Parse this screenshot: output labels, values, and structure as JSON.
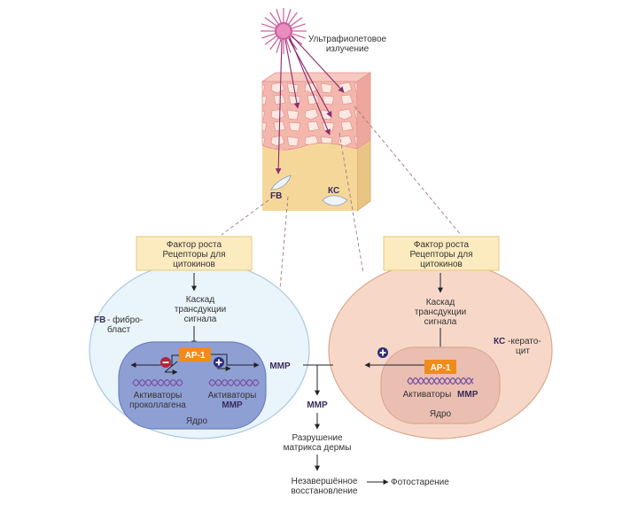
{
  "uv": {
    "label_line1": "Ультрафиолетовое",
    "label_line2": "излучение"
  },
  "skin": {
    "fb_label": "FB",
    "kc_label": "КС"
  },
  "fibroblast": {
    "box_line1": "Фактор роста",
    "box_line2": "Рецепторы для",
    "box_line3": "цитокинов",
    "cascade_line1": "Каскад",
    "cascade_line2": "трансдукции",
    "cascade_line3": "сигнала",
    "cell_abbr": "FB",
    "cell_name_part1": " - фибро-",
    "cell_name_part2": "бласт",
    "ap1": "АР-1",
    "act1_line1": "Активаторы",
    "act1_line2": "проколлагена",
    "act2_line1": "Активаторы",
    "act2_line2": "ММР",
    "nucleus": "Ядро",
    "output": "ММР"
  },
  "keratinocyte": {
    "box_line1": "Фактор роста",
    "box_line2": "Рецепторы для",
    "box_line3": "цитокинов",
    "cascade_line1": "Каскад",
    "cascade_line2": "трансдукции",
    "cascade_line3": "сигнала",
    "cell_abbr": "КС",
    "cell_name_part1": "-керато-",
    "cell_name_part2": "цит",
    "ap1": "АР-1",
    "act_line1": "Активаторы",
    "act_line2": "ММР",
    "nucleus": "Ядро"
  },
  "flow": {
    "mmp": "ММР",
    "destruction_line1": "Разрушение",
    "destruction_line2": "матрикса дермы",
    "incomplete_line1": "Незавершённое",
    "incomplete_line2": "восстановление",
    "photoaging": "Фотостарение"
  },
  "colors": {
    "sun": "#d15a9b",
    "sun_core": "#e98cc0",
    "epidermis": "#f4b7ae",
    "dermis": "#f6d79a",
    "label_box_fill": "#fdebc0",
    "label_box_stroke": "#e8c77c",
    "fibroblast_fill": "#eaf4fb",
    "fibroblast_stroke": "#a9c9e0",
    "fb_nucleus_fill": "#8e9fd4",
    "fb_nucleus_stroke": "#6f82c1",
    "keratinocyte_fill": "#f7d8c8",
    "keratinocyte_stroke": "#d9a890",
    "kc_nucleus_fill": "#ebbeb2",
    "ap1_fill": "#f08c1b",
    "dna": "#7a56a8",
    "minus": "#b3253a",
    "plus": "#2d2f7a",
    "uv_arrow": "#8b2a6e",
    "text_dark": "#3a2a5a"
  }
}
